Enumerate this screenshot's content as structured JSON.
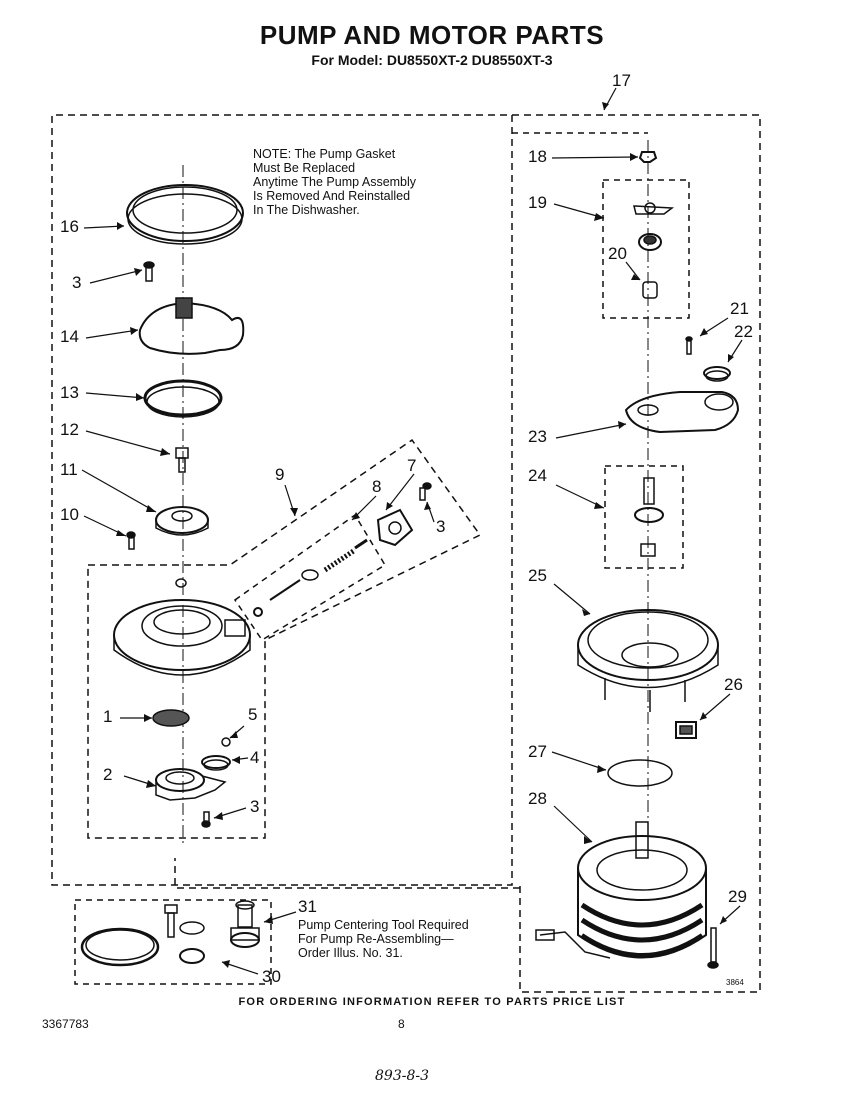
{
  "header": {
    "title": "PUMP AND MOTOR PARTS",
    "subtitle": "For Model: DU8550XT-2 DU8550XT-3"
  },
  "note": {
    "lines": [
      "NOTE: The Pump Gasket",
      "Must Be Replaced",
      "Anytime The Pump Assembly",
      "Is Removed And Reinstalled",
      "In The Dishwasher."
    ]
  },
  "tool_note": {
    "lines": [
      "Pump Centering Tool Required",
      "For Pump Re-Assembling—",
      "Order Illus. No. 31."
    ]
  },
  "callouts": {
    "c1": "1",
    "c2": "2",
    "c3a": "3",
    "c3b": "3",
    "c3c": "3",
    "c4": "4",
    "c5": "5",
    "c7": "7",
    "c8": "8",
    "c9": "9",
    "c10": "10",
    "c11": "11",
    "c12": "12",
    "c13": "13",
    "c14": "14",
    "c16": "16",
    "c17": "17",
    "c18": "18",
    "c19": "19",
    "c20": "20",
    "c21": "21",
    "c22": "22",
    "c23": "23",
    "c24": "24",
    "c25": "25",
    "c26": "26",
    "c27": "27",
    "c28": "28",
    "c29": "29",
    "c30": "30",
    "c31": "31"
  },
  "footer": {
    "ordering": "FOR ORDERING INFORMATION REFER TO PARTS PRICE LIST",
    "doc_number": "3367783",
    "page": "8",
    "handwritten": "893-8-3",
    "diagram_code": "3864"
  }
}
